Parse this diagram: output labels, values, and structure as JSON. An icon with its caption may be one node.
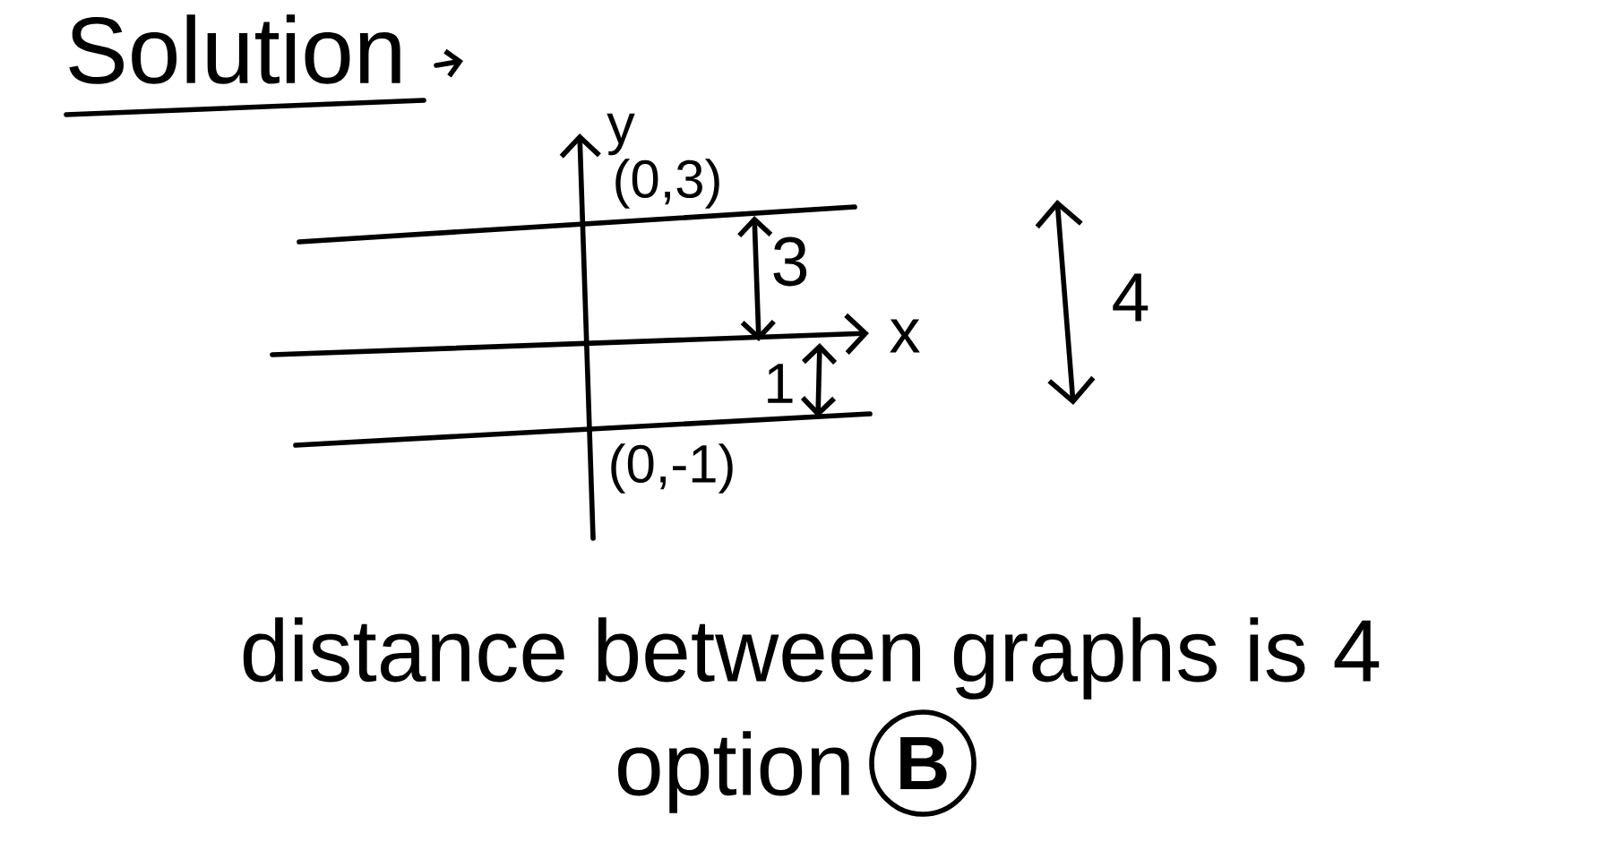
{
  "diagram": {
    "title": "Solution",
    "nodes": [
      {
        "text": [
          "B"
        ]
      }
    ],
    "labels": [
      "y",
      "(0,3)",
      "3",
      "4",
      "x",
      "1",
      "(0,-1)",
      "distance between graphs is 4",
      "option"
    ]
  }
}
